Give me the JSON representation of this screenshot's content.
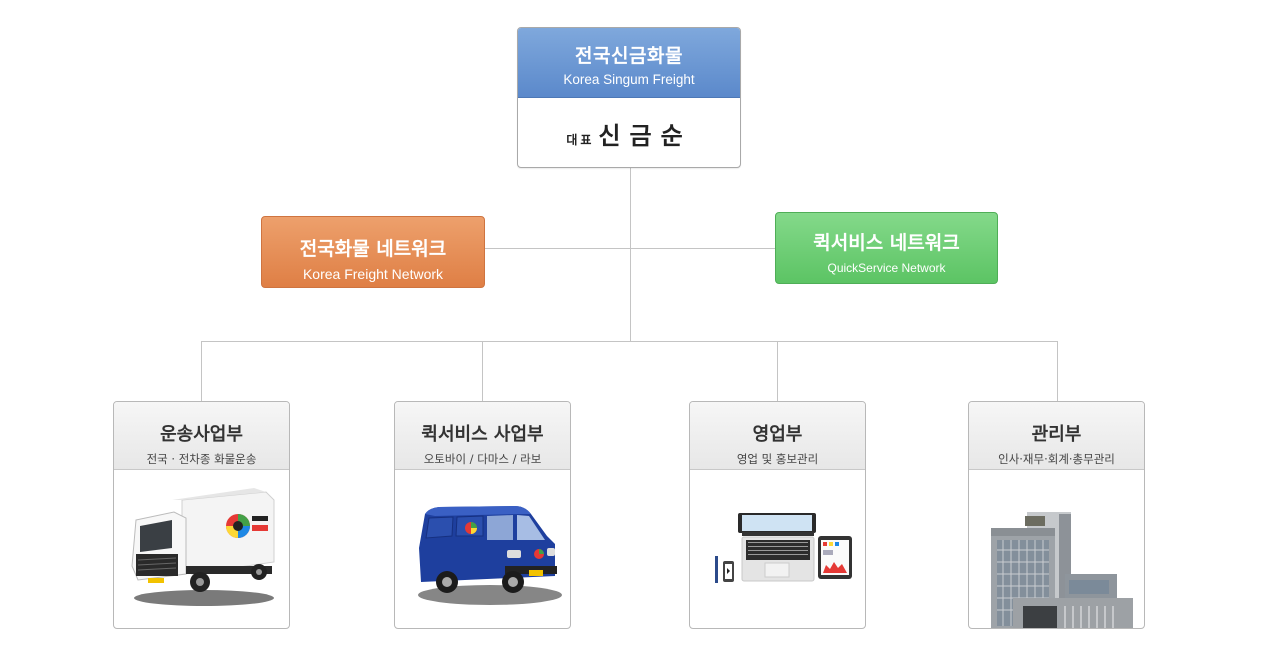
{
  "ceo": {
    "title": "전국신금화물",
    "subtitle": "Korea Singum Freight",
    "role": "대표",
    "name": "신금순",
    "color": "#6a97d4"
  },
  "networks": [
    {
      "title": "전국화물 네트워크",
      "subtitle": "Korea Freight Network",
      "color": "#e58c53"
    },
    {
      "title": "퀵서비스 네트워크",
      "subtitle": "QuickService Network",
      "color": "#6ccc73"
    }
  ],
  "departments": [
    {
      "title": "운송사업부",
      "subtitle": "전국 · 전차종 화물운송",
      "image": "truck-image"
    },
    {
      "title": "퀵서비스 사업부",
      "subtitle": "오토바이 / 다마스 / 라보",
      "image": "van-image"
    },
    {
      "title": "영업부",
      "subtitle": "영업 및 홍보관리",
      "image": "devices-image"
    },
    {
      "title": "관리부",
      "subtitle": "인사·재무·회계·총무관리",
      "image": "building-image"
    }
  ]
}
